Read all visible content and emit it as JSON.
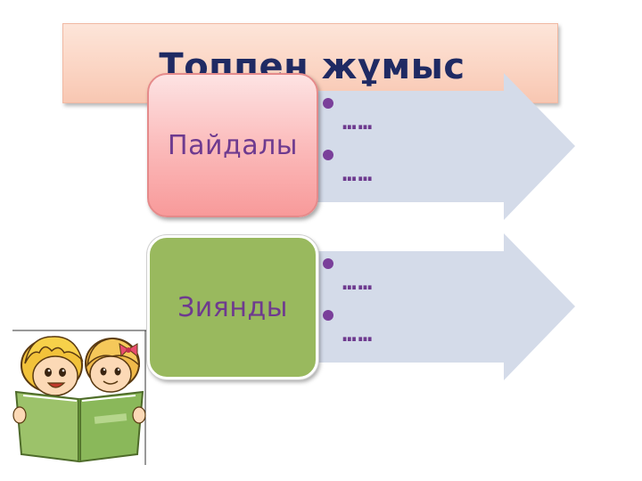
{
  "title": "Топпен жұмыс",
  "categories": [
    {
      "label": "Пайдалы",
      "bullets": [
        "……",
        "……"
      ]
    },
    {
      "label": "Зиянды",
      "bullets": [
        "……",
        "……"
      ]
    }
  ],
  "colors": {
    "title_text": "#1f2a63",
    "banner": "#fbd5c4",
    "arrow": "#d4dbe9",
    "useful_box": "#fbb8b8",
    "harmful_box": "#99b95e",
    "label_text": "#6e3a8f"
  },
  "icons": {
    "illustration": "children-reading-book-icon"
  }
}
